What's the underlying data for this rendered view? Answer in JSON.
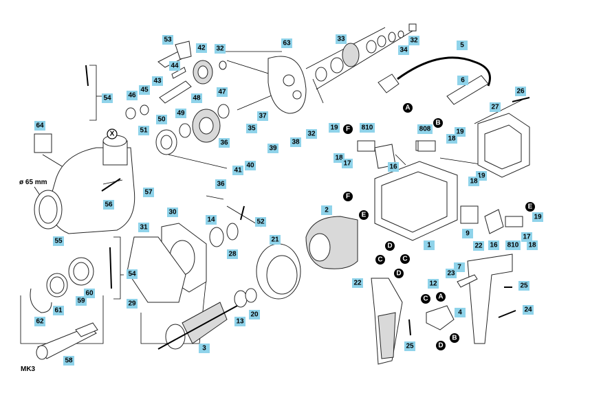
{
  "diagram": {
    "labels": [
      "53",
      "42",
      "32",
      "63",
      "33",
      "34",
      "32",
      "5",
      "6",
      "26",
      "27",
      "44",
      "43",
      "48",
      "47",
      "46",
      "45",
      "37",
      "35",
      "19",
      "810",
      "808",
      "19",
      "18",
      "18",
      "17",
      "16",
      "19",
      "18",
      "50",
      "49",
      "36",
      "39",
      "38",
      "32",
      "51",
      "41",
      "40",
      "36",
      "57",
      "56",
      "52",
      "64",
      "55",
      "30",
      "14",
      "31",
      "28",
      "2",
      "1",
      "9",
      "16",
      "810",
      "17",
      "18",
      "19",
      "21",
      "54",
      "54",
      "29",
      "60",
      "61",
      "62",
      "59",
      "58",
      "3",
      "13",
      "20",
      "22",
      "22",
      "7",
      "23",
      "12",
      "4",
      "25",
      "25",
      "24"
    ],
    "connectors": [
      "X",
      "A",
      "B",
      "F",
      "E",
      "D",
      "C",
      "C",
      "D",
      "C",
      "A",
      "D",
      "B",
      "F",
      "E"
    ],
    "dimension_label": "ø 65 mm",
    "taper_label": "MK3"
  }
}
